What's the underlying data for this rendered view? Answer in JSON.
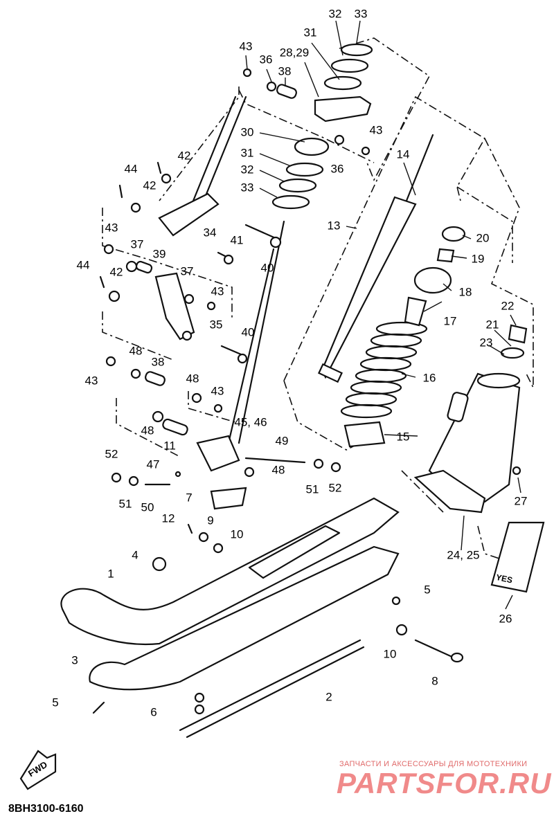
{
  "diagram": {
    "callouts": [
      "1",
      "2",
      "3",
      "4",
      "5",
      "5",
      "6",
      "7",
      "8",
      "9",
      "10",
      "10",
      "11",
      "12",
      "13",
      "14",
      "15",
      "16",
      "17",
      "18",
      "19",
      "20",
      "21",
      "22",
      "23",
      "24, 25",
      "26",
      "27",
      "28,29",
      "30",
      "31",
      "31",
      "32",
      "32",
      "33",
      "33",
      "34",
      "35",
      "36",
      "36",
      "37",
      "37",
      "38",
      "38",
      "39",
      "40",
      "40",
      "41",
      "42",
      "42",
      "42",
      "43",
      "43",
      "43",
      "43",
      "43",
      "43",
      "44",
      "44",
      "45, 46",
      "47",
      "48",
      "48",
      "48",
      "48",
      "49",
      "50",
      "51",
      "51",
      "52",
      "52"
    ],
    "direction_mark": "FWD",
    "decal_text": "YES",
    "diagram_code": "8BH3100-6160"
  },
  "watermark": {
    "tagline": "ЗАПЧАСТИ И АКСЕССУАРЫ ДЛЯ МОТОТЕХНИКИ",
    "brand": "PARTSFOR.RU"
  }
}
